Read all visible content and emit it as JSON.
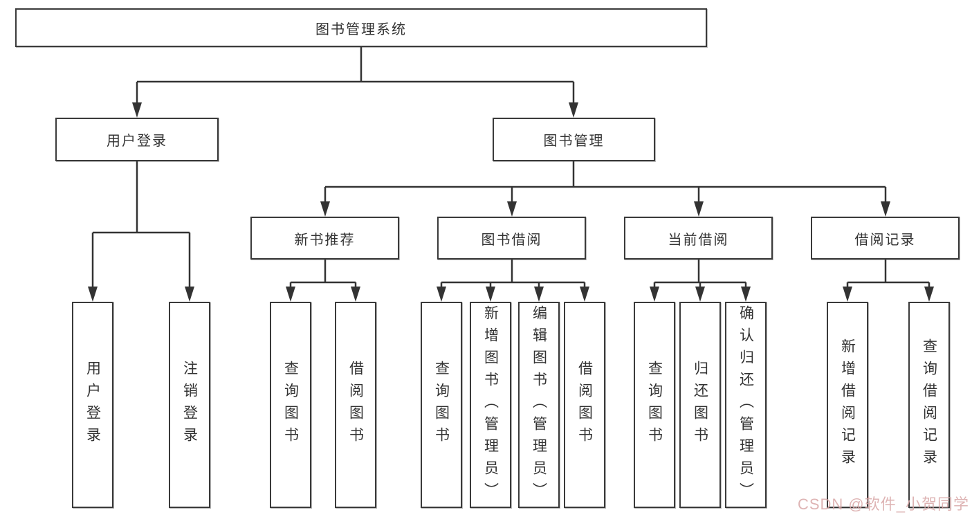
{
  "diagram": {
    "type": "hierarchy-tree",
    "title": "图书管理系统"
  },
  "tree": {
    "label": "图书管理系统",
    "children": [
      {
        "label": "用户登录",
        "children": [
          {
            "label": "用户登录"
          },
          {
            "label": "注销登录"
          }
        ]
      },
      {
        "label": "图书管理",
        "children": [
          {
            "label": "新书推荐",
            "children": [
              {
                "label": "查询图书"
              },
              {
                "label": "借阅图书"
              }
            ]
          },
          {
            "label": "图书借阅",
            "children": [
              {
                "label": "查询图书"
              },
              {
                "label": "新增图书（管理员）"
              },
              {
                "label": "编辑图书（管理员）"
              },
              {
                "label": "借阅图书"
              }
            ]
          },
          {
            "label": "当前借阅",
            "children": [
              {
                "label": "查询图书"
              },
              {
                "label": "归还图书"
              },
              {
                "label": "确认归还（管理员）"
              }
            ]
          },
          {
            "label": "借阅记录",
            "children": [
              {
                "label": "新增借阅记录"
              },
              {
                "label": "查询借阅记录"
              }
            ]
          }
        ]
      }
    ]
  },
  "watermark": {
    "text": "CSDN @软件_小贺同学",
    "color": "#d9a7a7"
  },
  "colors": {
    "line": "#333333",
    "box_border": "#3a3a3a",
    "text": "#333333",
    "background": "#ffffff"
  }
}
